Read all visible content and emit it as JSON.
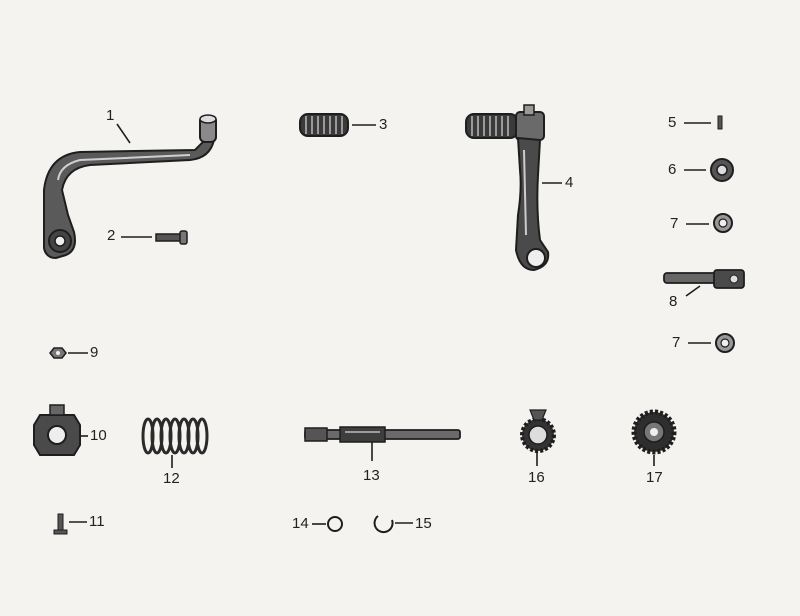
{
  "parts": [
    {
      "id": "1",
      "label": "1"
    },
    {
      "id": "2",
      "label": "2"
    },
    {
      "id": "3",
      "label": "3"
    },
    {
      "id": "4",
      "label": "4"
    },
    {
      "id": "5",
      "label": "5"
    },
    {
      "id": "6",
      "label": "6"
    },
    {
      "id": "7a",
      "label": "7"
    },
    {
      "id": "8",
      "label": "8"
    },
    {
      "id": "7b",
      "label": "7"
    },
    {
      "id": "9",
      "label": "9"
    },
    {
      "id": "10",
      "label": "10"
    },
    {
      "id": "11",
      "label": "11"
    },
    {
      "id": "12",
      "label": "12"
    },
    {
      "id": "13",
      "label": "13"
    },
    {
      "id": "14",
      "label": "14"
    },
    {
      "id": "15",
      "label": "15"
    },
    {
      "id": "16",
      "label": "16"
    },
    {
      "id": "17",
      "label": "17"
    }
  ]
}
